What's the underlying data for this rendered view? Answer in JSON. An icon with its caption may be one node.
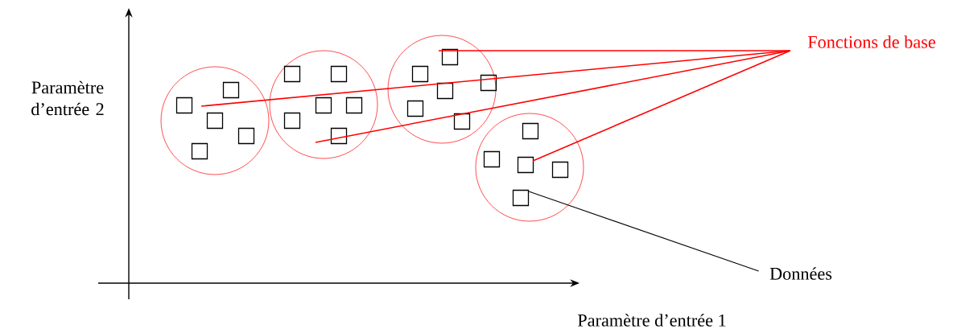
{
  "diagram": {
    "nodes": [
      {
        "text": [],
        "shape": "circle"
      },
      {
        "text": [],
        "shape": "box",
        "in": 0
      },
      {
        "text": [],
        "shape": "box",
        "in": 0
      },
      {
        "text": [],
        "shape": "box",
        "in": 0
      },
      {
        "text": [],
        "shape": "box",
        "in": 0
      },
      {
        "text": [],
        "shape": "box",
        "in": 0
      },
      {
        "text": [],
        "shape": "circle"
      },
      {
        "text": [],
        "shape": "box",
        "in": 6
      },
      {
        "text": [],
        "shape": "box",
        "in": 6
      },
      {
        "text": [],
        "shape": "box",
        "in": 6
      },
      {
        "text": [],
        "shape": "box",
        "in": 6
      },
      {
        "text": [],
        "shape": "box",
        "in": 6
      },
      {
        "text": [],
        "shape": "box",
        "in": 6
      },
      {
        "text": [],
        "shape": "circle"
      },
      {
        "text": [],
        "shape": "box",
        "in": 13
      },
      {
        "text": [],
        "shape": "box",
        "in": 13
      },
      {
        "text": [],
        "shape": "box",
        "in": 13
      },
      {
        "text": [],
        "shape": "box",
        "in": 13
      },
      {
        "text": [],
        "shape": "box",
        "in": 13
      },
      {
        "text": [],
        "shape": "box",
        "in": 13
      },
      {
        "text": [],
        "shape": "circle"
      },
      {
        "text": [],
        "shape": "box",
        "in": 20
      },
      {
        "text": [],
        "shape": "box",
        "in": 20
      },
      {
        "text": [],
        "shape": "box",
        "in": 20
      },
      {
        "text": [],
        "shape": "box",
        "in": 20
      },
      {
        "text": [],
        "shape": "box",
        "in": 20
      },
      {
        "text": [
          "Fonctions de base"
        ]
      },
      {
        "text": [
          "Données"
        ]
      }
    ],
    "edges": [
      {
        "from": 26,
        "to": 0,
        "arrow": "none"
      },
      {
        "from": 26,
        "to": 6,
        "arrow": "none"
      },
      {
        "from": 26,
        "to": 13,
        "arrow": "none"
      },
      {
        "from": 26,
        "to": 20,
        "arrow": "none"
      },
      {
        "from": 27,
        "to": 25,
        "arrow": "none",
        "color": "#000000"
      }
    ],
    "labels": [
      "Paramètre d’entrée 2",
      "Paramètre d’entrée 1"
    ]
  }
}
